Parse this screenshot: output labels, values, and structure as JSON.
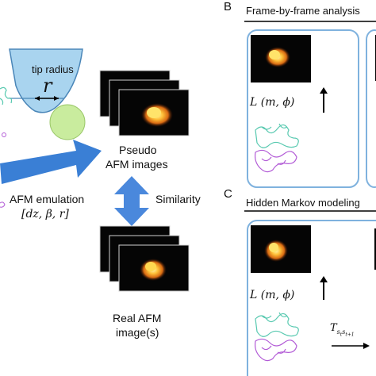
{
  "panel_a": {
    "tip_label": "tip radius",
    "tip_symbol": "r",
    "emulation_label": "AFM emulation",
    "emulation_params": "[dz, β, r]",
    "pseudo_line1": "Pseudo",
    "pseudo_line2": "AFM images",
    "similarity_label": "Similarity",
    "real_line1": "Real AFM",
    "real_line2": "image(s)"
  },
  "panel_b": {
    "letter": "B",
    "title": "Frame-by-frame analysis",
    "likelihood": "L (m, ϕ)"
  },
  "panel_c": {
    "letter": "C",
    "title": "Hidden Markov modeling",
    "likelihood": "L (m, ϕ)",
    "transition": "T"
  },
  "colors": {
    "blue_arrow": "#3a7fd5",
    "box_border": "#7fb2de",
    "tip_fill": "#a9d4ef",
    "ball_fill": "#c9ec9e",
    "protein_cyan": "#58c9b0",
    "protein_purple": "#b25bd6"
  }
}
